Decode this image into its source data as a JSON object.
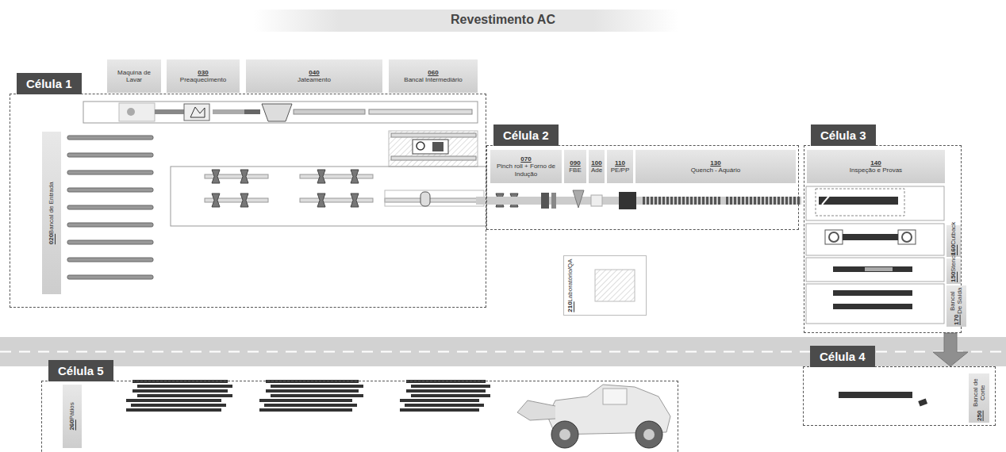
{
  "diagram": {
    "title": "Revestimento AC",
    "nodes": [
      {
        "text": [
          "Célula 1"
        ]
      },
      {
        "text": [
          "Maquina de Lavar"
        ]
      },
      {
        "text": [
          "030",
          "Preaquecimento"
        ]
      },
      {
        "text": [
          "040",
          "Jateamento"
        ]
      },
      {
        "text": [
          "060",
          "Bancal Intermediário"
        ]
      },
      {
        "text": [
          "020",
          "Bancal de Entrada"
        ],
        "in": 0
      },
      {
        "text": [
          "Célula 2"
        ]
      },
      {
        "text": [
          "070",
          "Pinch roll + Forno de Indução"
        ],
        "in": 6
      },
      {
        "text": [
          "090",
          "FBE"
        ],
        "in": 6
      },
      {
        "text": [
          "100",
          "Ade"
        ],
        "in": 6
      },
      {
        "text": [
          "110",
          "PE/PP"
        ],
        "in": 6
      },
      {
        "text": [
          "130",
          "Quench - Aquário"
        ],
        "in": 6
      },
      {
        "text": [
          "Célula 3"
        ]
      },
      {
        "text": [
          "140",
          "Inspeção e Provas"
        ],
        "in": 12
      },
      {
        "text": [
          "160",
          "Cutback"
        ],
        "in": 12
      },
      {
        "text": [
          "150",
          "Stencil"
        ],
        "in": 12
      },
      {
        "text": [
          "170",
          "Bancal De Saída"
        ],
        "in": 12
      },
      {
        "text": [
          "210",
          "Laboratório/QA"
        ]
      },
      {
        "text": [
          "Célula 4"
        ]
      },
      {
        "text": [
          "250",
          "Bancal de Corte"
        ],
        "in": 18
      },
      {
        "text": [
          "Célula 5"
        ]
      },
      {
        "text": [
          "260",
          "Pátios"
        ],
        "in": 20
      }
    ],
    "edges": [
      {
        "from": 12,
        "to": 18,
        "arrow": "to"
      }
    ]
  }
}
